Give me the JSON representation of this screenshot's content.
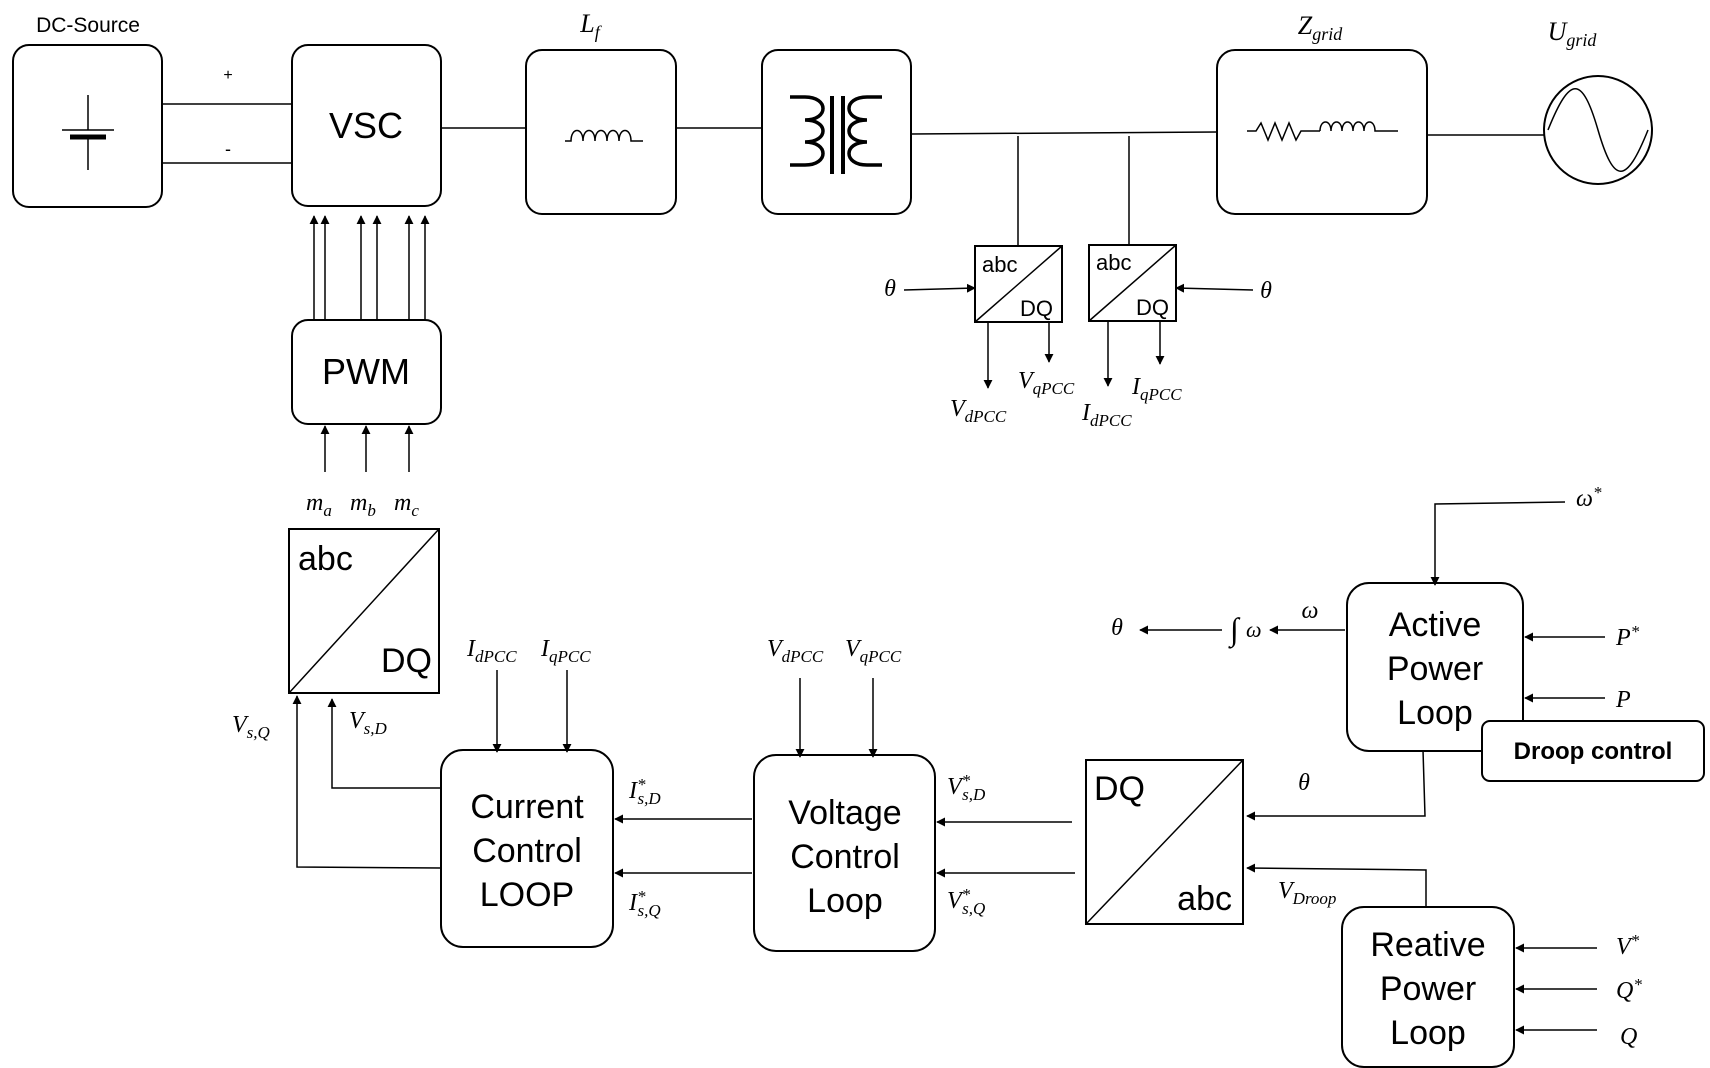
{
  "dc_source": {
    "label": "DC-Source",
    "plus": "+",
    "minus": "-"
  },
  "vsc": {
    "label": "VSC"
  },
  "lf": {
    "sym": "L",
    "sub": "f"
  },
  "zgrid": {
    "sym": "Z",
    "sub": "grid"
  },
  "ugrid": {
    "sym": "U",
    "sub": "grid"
  },
  "pwm": {
    "label": "PWM"
  },
  "modulation": {
    "ma_sym": "m",
    "ma_sub": "a",
    "mb_sym": "m",
    "mb_sub": "b",
    "mc_sym": "m",
    "mc_sub": "c"
  },
  "abc_dq_main": {
    "top": "abc",
    "bottom": "DQ"
  },
  "abc_dq_v": {
    "top": "abc",
    "bottom": "DQ"
  },
  "abc_dq_i": {
    "top": "abc",
    "bottom": "DQ"
  },
  "dq_abc": {
    "top": "DQ",
    "bottom": "abc"
  },
  "theta": "θ",
  "omega": "ω",
  "integral": "∫",
  "signals": {
    "v_sym": "V",
    "i_sym": "I",
    "dpcc": "dPCC",
    "qpcc": "qPCC",
    "s_q": "s,Q",
    "s_d": "s,D",
    "star": "*",
    "droop": "Droop"
  },
  "current_loop": {
    "line1": "Current",
    "line2": "Control",
    "line3": "LOOP"
  },
  "voltage_loop": {
    "line1": "Voltage",
    "line2": "Control",
    "line3": "Loop"
  },
  "active_loop": {
    "line1": "Active",
    "line2": "Power",
    "line3": "Loop"
  },
  "reactive_loop": {
    "line1": "Reative",
    "line2": "Power",
    "line3": "Loop"
  },
  "droop_control": {
    "label": "Droop control"
  },
  "setpoints": {
    "omega_star": "ω",
    "p_star": "P",
    "p": "P",
    "v_star": "V",
    "q_star": "Q",
    "q": "Q"
  }
}
